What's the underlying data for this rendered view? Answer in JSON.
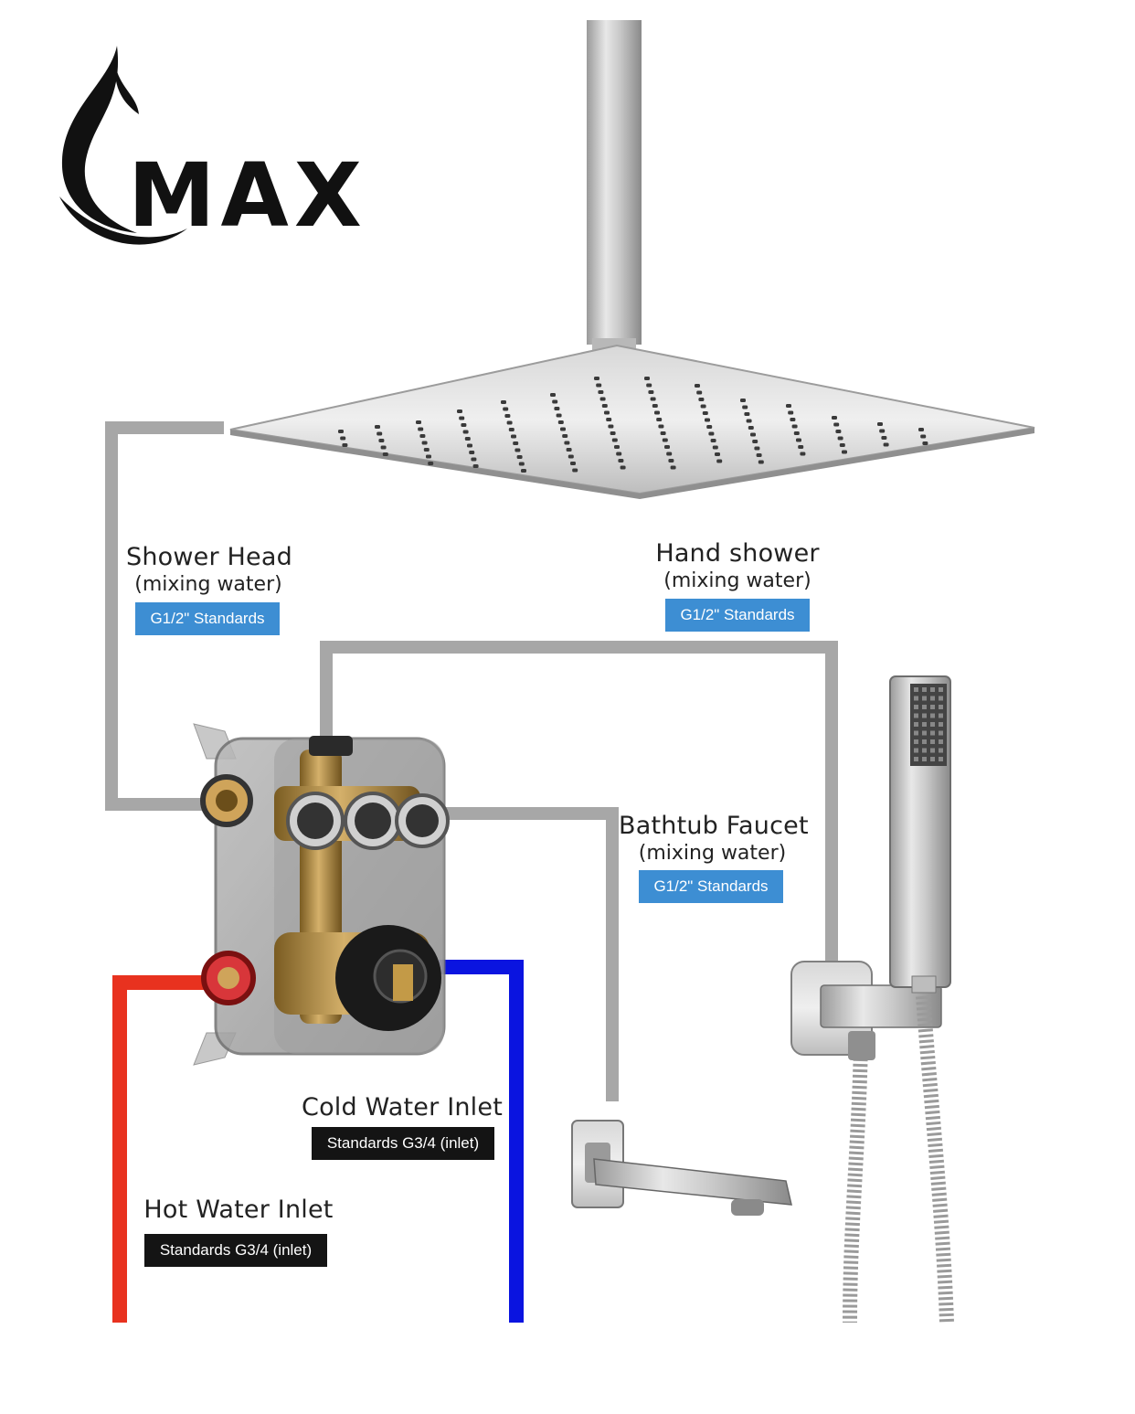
{
  "brand": {
    "name": "MAX"
  },
  "labels": {
    "shower_head": {
      "name": "Shower Head",
      "sub": "(mixing water)",
      "badge": "G1/2\" Standards"
    },
    "hand_shower": {
      "name": "Hand shower",
      "sub": "(mixing water)",
      "badge": "G1/2\" Standards"
    },
    "bathtub_faucet": {
      "name": "Bathtub Faucet",
      "sub": "(mixing water)",
      "badge": "G1/2\" Standards"
    },
    "cold_inlet": {
      "name": "Cold Water Inlet",
      "badge": "Standards G3/4 (inlet)"
    },
    "hot_inlet": {
      "name": "Hot Water Inlet",
      "badge": "Standards G3/4 (inlet)"
    }
  },
  "colors": {
    "pipe_grey": "#a7a7a7",
    "hot_pipe": "#e8321f",
    "cold_pipe": "#0a14e0",
    "badge_blue": "#3d8ed3",
    "badge_black": "#141414",
    "chrome_light": "#e6e6e6",
    "chrome_dark": "#8c8c8c",
    "brass": "#b08a3e"
  }
}
